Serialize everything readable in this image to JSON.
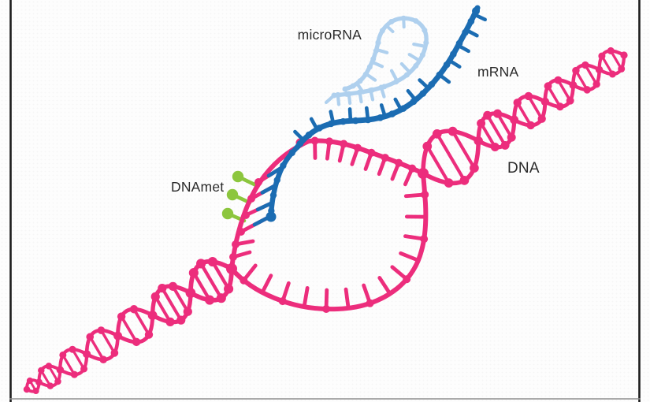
{
  "diagram": {
    "components": [
      {
        "id": "microRNA",
        "label": "microRNA",
        "color": "#AFD0EE"
      },
      {
        "id": "mRNA",
        "label": "mRNA",
        "color": "#1B6CB2"
      },
      {
        "id": "DNA",
        "label": "DNA",
        "color": "#EC2D7C"
      },
      {
        "id": "DNAmet",
        "label": "DNAmet",
        "color": "#8CC63E"
      }
    ],
    "dnamet_mark_count": 3,
    "colors": {
      "dna": "#EC2D7C",
      "mrna": "#1B6CB2",
      "microrna": "#AFD0EE",
      "dnamet": "#8CC63E",
      "label_text": "#2A2A2A",
      "frame": "#1C1C1C",
      "frame_bottom": "#8E8E8E",
      "background": "#FDFDFD"
    }
  }
}
